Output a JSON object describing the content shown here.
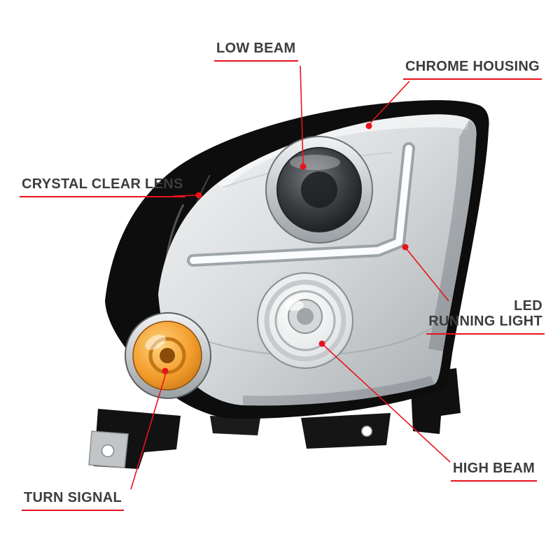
{
  "meta": {
    "background_color": "#ffffff",
    "accent_red": "#e8131b",
    "label_color": "#3d3d3d"
  },
  "callouts": [
    {
      "id": "low-beam",
      "label": "LOW BEAM"
    },
    {
      "id": "chrome-housing",
      "label": "CHROME HOUSING"
    },
    {
      "id": "crystal-clear-lens",
      "label": "CRYSTAL CLEAR LENS"
    },
    {
      "id": "led-running-light",
      "line1": "LED",
      "line2": "RUNNING LIGHT"
    },
    {
      "id": "high-beam",
      "label": "HIGH BEAM"
    },
    {
      "id": "turn-signal",
      "label": "TURN SIGNAL"
    }
  ]
}
